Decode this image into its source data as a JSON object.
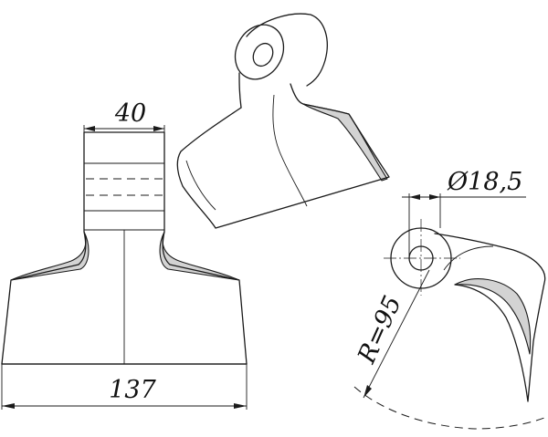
{
  "dimensions": {
    "top_width": "40",
    "bottom_width": "137",
    "bore_diameter": "Ø18,5",
    "radius": "R=95"
  }
}
